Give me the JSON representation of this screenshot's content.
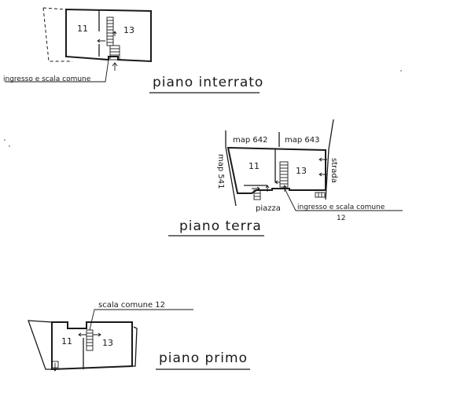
{
  "basement": {
    "title": "piano interrato",
    "room_a": "11",
    "room_b": "13",
    "entrance_label": "ingresso e scala comune"
  },
  "ground": {
    "title": "piano terra",
    "map_a": "map 642",
    "map_b": "map 643",
    "map_side": "map 541",
    "street": "strada",
    "square": "piazza",
    "room_a": "11",
    "room_b": "13",
    "entrance_label": "ingresso e scala comune",
    "stair_number": "12"
  },
  "first": {
    "title": "piano primo",
    "stair_label": "scala comune 12",
    "room_a": "11",
    "room_b": "13"
  }
}
